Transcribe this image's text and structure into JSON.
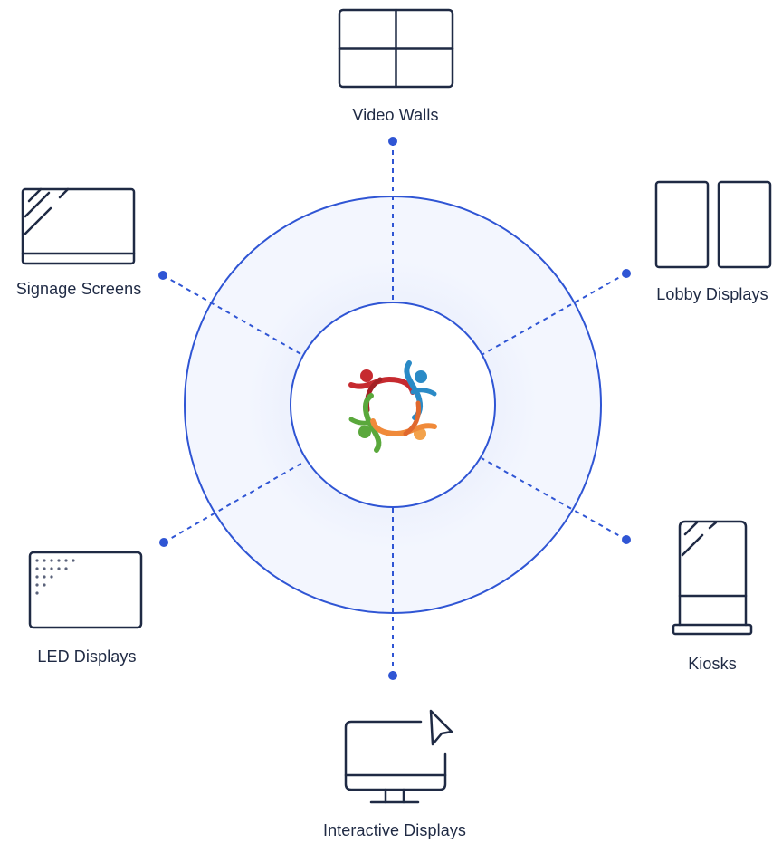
{
  "hub": {
    "logo_icon": "community-people-logo-icon",
    "colors": {
      "ring_stroke": "#2f55d4",
      "ring_fill": "#f3f6fe",
      "connector": "#2f55d4",
      "icon_stroke": "#1f2a44",
      "logo_red": "#c62a2f",
      "logo_blue": "#2a8ac6",
      "logo_green": "#5aa83c",
      "logo_orange": "#f08a3a"
    }
  },
  "nodes": [
    {
      "key": "video_walls",
      "label": "Video Walls",
      "icon": "video-wall-icon"
    },
    {
      "key": "lobby_displays",
      "label": "Lobby Displays",
      "icon": "lobby-display-icon"
    },
    {
      "key": "kiosks",
      "label": "Kiosks",
      "icon": "kiosk-icon"
    },
    {
      "key": "interactive_displays",
      "label": "Interactive Displays",
      "icon": "interactive-display-icon"
    },
    {
      "key": "led_displays",
      "label": "LED Displays",
      "icon": "led-display-icon"
    },
    {
      "key": "signage_screens",
      "label": "Signage Screens",
      "icon": "signage-screen-icon"
    }
  ]
}
